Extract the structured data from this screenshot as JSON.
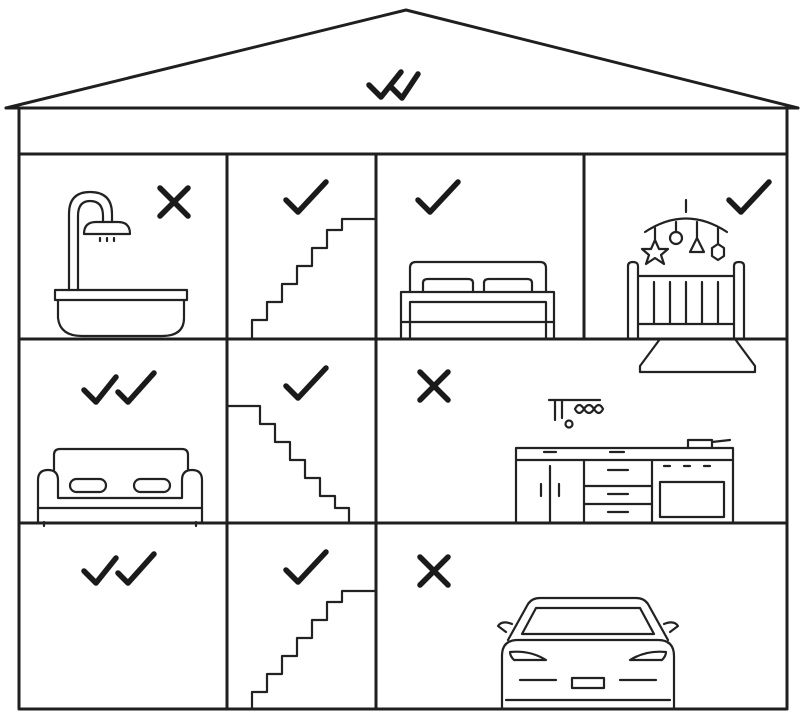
{
  "house": {
    "rooms": [
      {
        "id": "attic",
        "icon": "none-icon",
        "mark": "double-check"
      },
      {
        "id": "bathroom",
        "icon": "bathtub-shower-icon",
        "mark": "cross"
      },
      {
        "id": "stairs-upper",
        "icon": "stairs-icon",
        "mark": "check"
      },
      {
        "id": "bedroom",
        "icon": "bed-icon",
        "mark": "check"
      },
      {
        "id": "nursery",
        "icon": "crib-mobile-icon",
        "mark": "check"
      },
      {
        "id": "living-room",
        "icon": "sofa-icon",
        "mark": "double-check"
      },
      {
        "id": "stairs-middle",
        "icon": "stairs-icon",
        "mark": "check"
      },
      {
        "id": "kitchen",
        "icon": "kitchen-icon",
        "mark": "cross"
      },
      {
        "id": "basement",
        "icon": "none-icon",
        "mark": "double-check"
      },
      {
        "id": "stairs-lower",
        "icon": "stairs-icon",
        "mark": "check"
      },
      {
        "id": "garage",
        "icon": "car-icon",
        "mark": "cross"
      }
    ]
  }
}
